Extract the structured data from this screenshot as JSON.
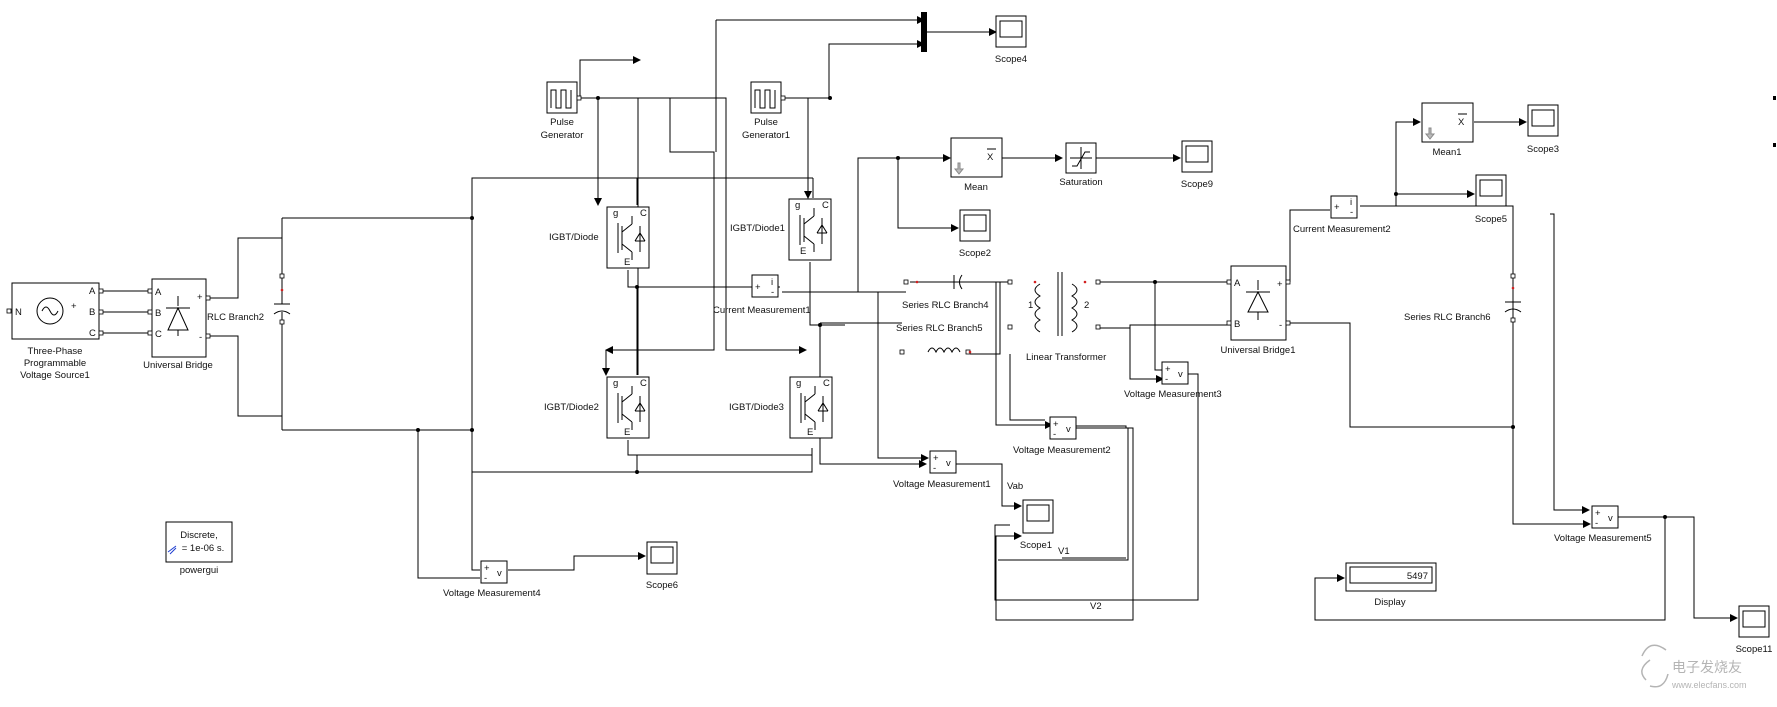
{
  "blocks": {
    "source": {
      "line1": "Three-Phase",
      "line2": "Programmable",
      "line3": "Voltage Source1",
      "port_n": "N",
      "port_a": "A",
      "port_b": "B",
      "port_c": "C"
    },
    "universal_bridge": {
      "label": "Universal Bridge",
      "port_a": "A",
      "port_b": "B",
      "port_c": "C"
    },
    "rlc_branch2": {
      "label": "RLC Branch2"
    },
    "pulse_gen": {
      "line1": "Pulse",
      "line2": "Generator"
    },
    "pulse_gen1": {
      "line1": "Pulse",
      "line2": "Generator1"
    },
    "igbt_diode": {
      "label": "IGBT/Diode"
    },
    "igbt_diode1": {
      "label": "IGBT/Diode1"
    },
    "igbt_diode2": {
      "label": "IGBT/Diode2"
    },
    "igbt_diode3": {
      "label": "IGBT/Diode3"
    },
    "scope4": {
      "label": "Scope4"
    },
    "current_meas1": {
      "label": "Current Measurement1"
    },
    "mean": {
      "label": "Mean"
    },
    "saturation": {
      "label": "Saturation"
    },
    "scope9": {
      "label": "Scope9"
    },
    "scope2": {
      "label": "Scope2"
    },
    "series_rlc4": {
      "label": "Series RLC Branch4"
    },
    "series_rlc5": {
      "label": "Series RLC Branch5"
    },
    "linear_transformer": {
      "label": "Linear Transformer",
      "w1": "1",
      "w2": "2"
    },
    "universal_bridge1": {
      "label": "Universal Bridge1",
      "port_a": "A",
      "port_b": "B"
    },
    "current_meas2": {
      "label": "Current Measurement2"
    },
    "mean1": {
      "label": "Mean1"
    },
    "scope3": {
      "label": "Scope3"
    },
    "scope5": {
      "label": "Scope5"
    },
    "series_rlc6": {
      "label": "Series RLC Branch6"
    },
    "voltage_meas1": {
      "label": "Voltage Measurement1"
    },
    "voltage_meas2": {
      "label": "Voltage Measurement2"
    },
    "voltage_meas3": {
      "label": "Voltage Measurement3"
    },
    "voltage_meas4": {
      "label": "Voltage Measurement4"
    },
    "voltage_meas5": {
      "label": "Voltage Measurement5"
    },
    "scope1": {
      "label": "Scope1"
    },
    "scope6": {
      "label": "Scope6"
    },
    "scope11": {
      "label": "Scope11"
    },
    "display": {
      "label": "Display",
      "value": "5497"
    },
    "powergui": {
      "label": "powergui",
      "line1": "Discrete,",
      "line2": "= 1e-06 s."
    }
  },
  "signals": {
    "vab": "Vab",
    "v1": "V1",
    "v2": "V2"
  },
  "watermark": {
    "text": "电子发烧友",
    "url": "www.elecfans.com"
  },
  "colors": {
    "powergui_text": "#1f3fd0",
    "arrow_red": "#d22020"
  }
}
